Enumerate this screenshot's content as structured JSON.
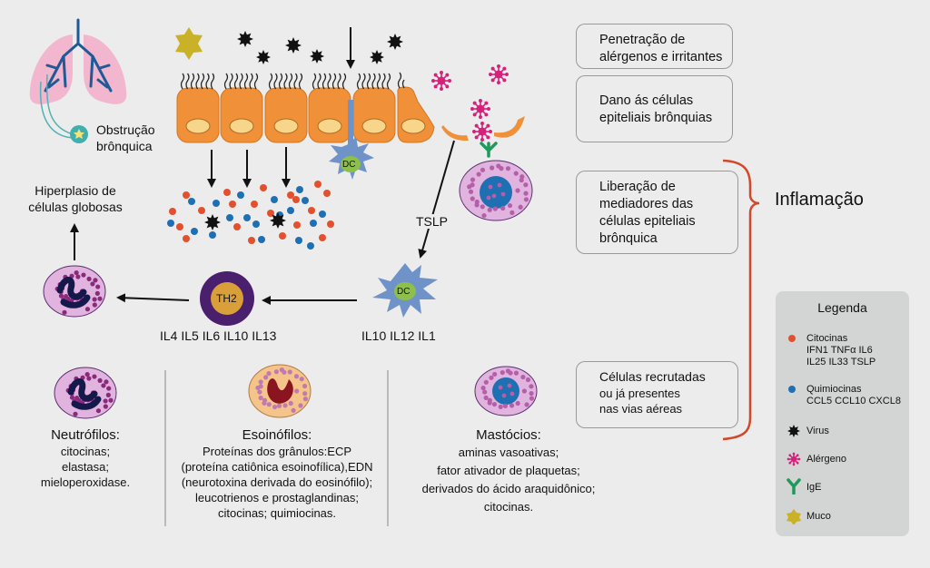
{
  "labels": {
    "obstruction": [
      "Obstrução",
      "brônquica"
    ],
    "hyperplasia": [
      "Hiperplasio de",
      "células globosas"
    ],
    "dc": "DC",
    "th2": "TH2",
    "tslp": "TSLP",
    "th2_cytokines": "IL4 IL5 IL6 IL10 IL13",
    "dc_cytokines": "IL10 IL12 IL1",
    "inflammation": "Inflamação"
  },
  "steps": [
    {
      "lines": [
        "Penetração de",
        "alérgenos e irritantes"
      ]
    },
    {
      "lines": [
        "Dano ás células",
        "epiteliais brônquias"
      ]
    },
    {
      "lines": [
        "Liberação de",
        "mediadores das",
        "células epiteliais",
        "brônquica"
      ]
    },
    {
      "lines": [
        "Células recrutadas",
        "ou já presentes",
        "nas vias aéreas"
      ]
    }
  ],
  "cells": [
    {
      "title": "Neutrófilos:",
      "lines": [
        "citocinas;",
        "elastasa;",
        "mieloperoxidase."
      ]
    },
    {
      "title": "Esoinófilos:",
      "lines": [
        "Proteínas dos grânulos:ECP",
        "(proteína catiônica esoinofílica),EDN",
        "(neurotoxina derivada do eosinófilo);",
        "leucotrienos e prostaglandinas;",
        "citocinas; quimiocinas."
      ]
    },
    {
      "title": "Mastócios:",
      "lines": [
        "aminas vasoativas;",
        "fator ativador de plaquetas;",
        "derivados do ácido araquidônico;",
        "citocinas."
      ]
    }
  ],
  "legend": {
    "title": "Legenda",
    "items": [
      {
        "icon": "red-dot-icon",
        "lines": [
          "Citocinas",
          "IFN1 TNFα IL6",
          "IL25 IL33 TSLP"
        ]
      },
      {
        "icon": "blue-dot-icon",
        "lines": [
          "Quimiocinas",
          "CCL5 CCL10 CXCL8"
        ]
      },
      {
        "icon": "virus-icon",
        "lines": [
          "Virus"
        ]
      },
      {
        "icon": "allergen-icon",
        "lines": [
          "Alérgeno"
        ]
      },
      {
        "icon": "ige-icon",
        "lines": [
          "IgE"
        ]
      },
      {
        "icon": "mucus-icon",
        "lines": [
          "Muco"
        ]
      }
    ]
  },
  "colors": {
    "background": "#ececec",
    "epithelium": "#f0913a",
    "nucleus": "#f7d58a",
    "cytokine": "#e2502e",
    "chemokine": "#1f6fb3",
    "dc_body": "#6f93c9",
    "dc_nucleus": "#8dc04a",
    "allergen": "#d6207a",
    "ige": "#1e9a5a",
    "mucus": "#c9b227",
    "brace": "#d2482a",
    "th2_outer": "#4a1f6e",
    "th2_inner": "#d9a03a",
    "lung": "#f3b6cf",
    "bronchi": "#1e5a96"
  }
}
